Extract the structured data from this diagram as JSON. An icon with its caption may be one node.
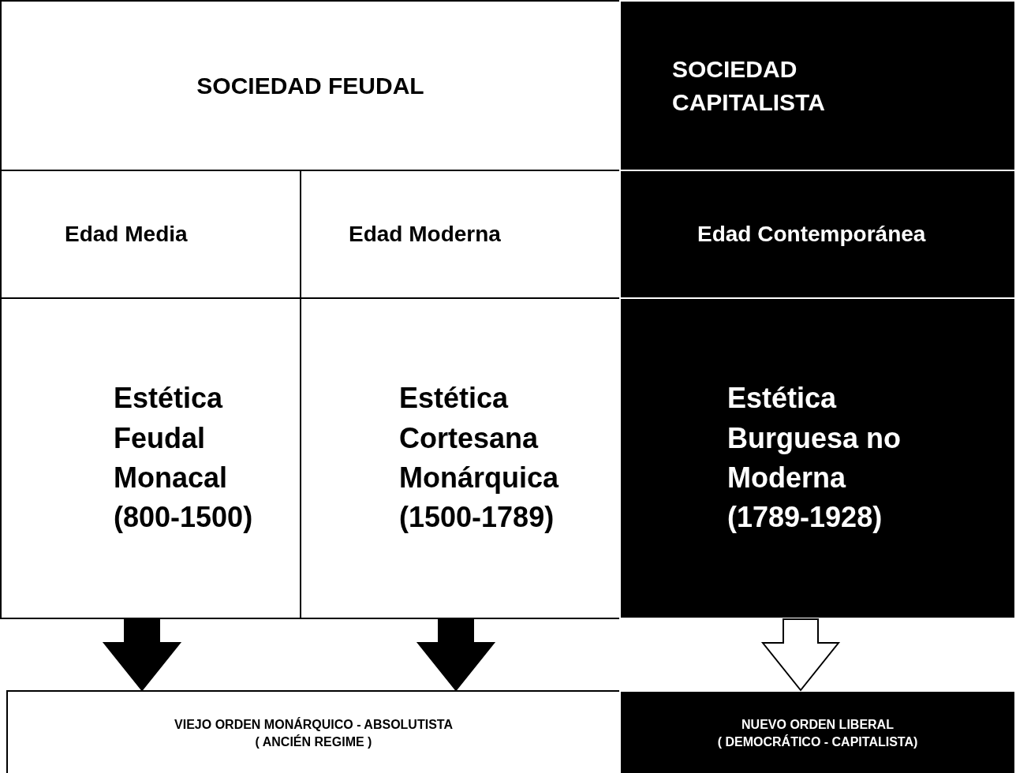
{
  "diagram": {
    "nodes": [
      {
        "text": [
          "SOCIEDAD FEUDAL"
        ]
      },
      {
        "text": [
          "SOCIEDAD CAPITALISTA"
        ]
      },
      {
        "text": [
          "Edad Media"
        ]
      },
      {
        "text": [
          "Edad Moderna"
        ]
      },
      {
        "text": [
          "Edad Contemporánea"
        ]
      },
      {
        "text": [
          "Estética Feudal Monacal (800-1500)"
        ]
      },
      {
        "text": [
          "Estética Cortesana Monárquica (1500-1789)"
        ]
      },
      {
        "text": [
          "Estética Burguesa no Moderna (1789-1928)"
        ]
      },
      {
        "text": [
          "VIEJO ORDEN MONÁRQUICO - ABSOLUTISTA",
          "( ANCIÉN REGIME )"
        ]
      },
      {
        "text": [
          "NUEVO ORDEN LIBERAL",
          "( DEMOCRÁTICO - CAPITALISTA)"
        ]
      }
    ],
    "edges": [
      {
        "from": 5,
        "to": 8,
        "arrow": "to"
      },
      {
        "from": 6,
        "to": 8,
        "arrow": "to"
      },
      {
        "from": 7,
        "to": 9,
        "arrow": "to",
        "color": "#ffffff"
      }
    ]
  }
}
